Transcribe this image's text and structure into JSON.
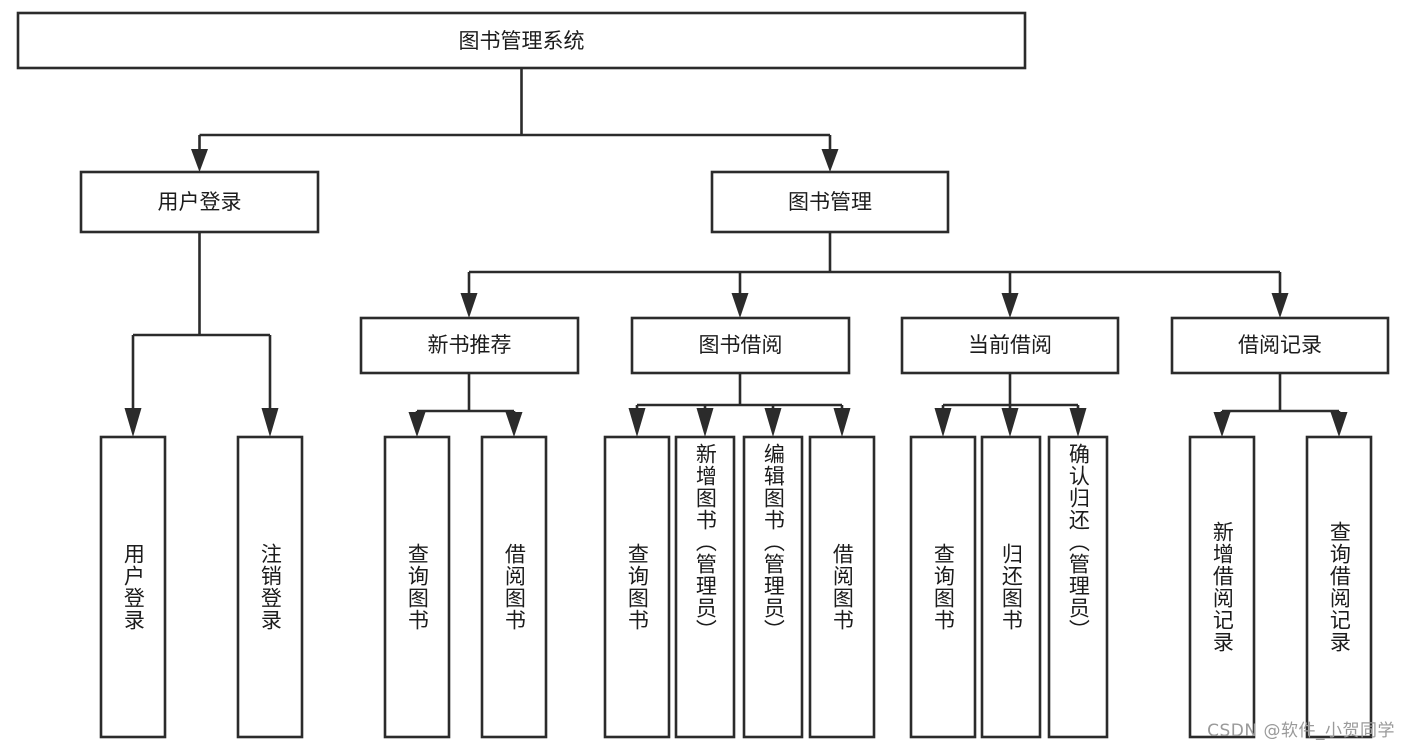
{
  "diagram": {
    "title": "图书管理系统",
    "type": "tree-hierarchy",
    "watermark": "CSDN @软件_小贺同学",
    "root": {
      "id": "root",
      "label": "图书管理系统"
    },
    "level2": [
      {
        "id": "user-login",
        "label": "用户登录"
      },
      {
        "id": "book-manage",
        "label": "图书管理"
      }
    ],
    "level3": [
      {
        "id": "new-book-rec",
        "label": "新书推荐",
        "parent": "book-manage"
      },
      {
        "id": "book-borrow",
        "label": "图书借阅",
        "parent": "book-manage"
      },
      {
        "id": "current-borrow",
        "label": "当前借阅",
        "parent": "book-manage"
      },
      {
        "id": "borrow-record",
        "label": "借阅记录",
        "parent": "book-manage"
      }
    ],
    "leaves": [
      {
        "id": "leaf-user-login",
        "label": "用户登录",
        "parent": "user-login"
      },
      {
        "id": "leaf-user-logout",
        "label": "注销登录",
        "parent": "user-login"
      },
      {
        "id": "leaf-query-book-1",
        "label": "查询图书",
        "parent": "new-book-rec"
      },
      {
        "id": "leaf-borrow-book-1",
        "label": "借阅图书",
        "parent": "new-book-rec"
      },
      {
        "id": "leaf-query-book-2",
        "label": "查询图书",
        "parent": "book-borrow"
      },
      {
        "id": "leaf-add-book",
        "label": "新增图书（管理员）",
        "parent": "book-borrow"
      },
      {
        "id": "leaf-edit-book",
        "label": "编辑图书（管理员）",
        "parent": "book-borrow"
      },
      {
        "id": "leaf-borrow-book-2",
        "label": "借阅图书",
        "parent": "book-borrow"
      },
      {
        "id": "leaf-query-book-3",
        "label": "查询图书",
        "parent": "current-borrow"
      },
      {
        "id": "leaf-return-book",
        "label": "归还图书",
        "parent": "current-borrow"
      },
      {
        "id": "leaf-confirm-return",
        "label": "确认归还（管理员）",
        "parent": "current-borrow"
      },
      {
        "id": "leaf-add-record",
        "label": "新增借阅记录",
        "parent": "borrow-record"
      },
      {
        "id": "leaf-query-record",
        "label": "查询借阅记录",
        "parent": "borrow-record"
      }
    ],
    "colors": {
      "stroke": "#2b2b2b",
      "fill": "#ffffff",
      "text": "#1c1c1c",
      "watermark": "#9a9a9a"
    }
  }
}
